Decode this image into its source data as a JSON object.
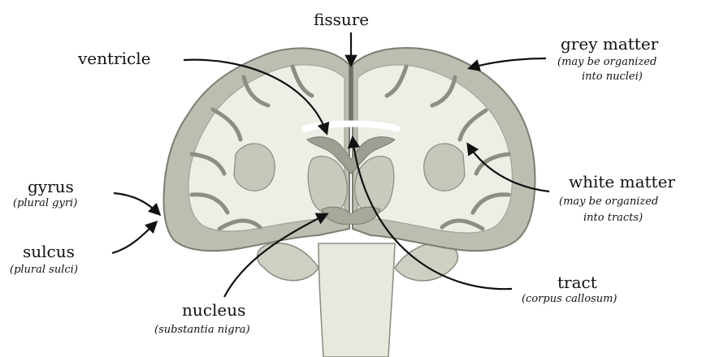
{
  "labels": {
    "fissure": {
      "main": "fissure"
    },
    "ventricle": {
      "main": "ventricle"
    },
    "grey_matter": {
      "main": "grey matter",
      "sub_line1": "(may be organized",
      "sub_line2": "into nuclei)"
    },
    "white_matter": {
      "main": "white matter",
      "sub_line1": "(may be organized",
      "sub_line2": "into tracts)"
    },
    "gyrus": {
      "main": "gyrus",
      "sub": "(plural gyri)"
    },
    "sulcus": {
      "main": "sulcus",
      "sub": "(plural sulci)"
    },
    "tract": {
      "main": "tract",
      "sub": "(corpus callosum)"
    },
    "nucleus": {
      "main": "nucleus",
      "sub": "(substantia nigra)"
    }
  },
  "colors": {
    "grey_matter": "#bdbdb2",
    "white_matter": "#eeeee7",
    "outline": "#7d7d72",
    "arrow": "#111111",
    "text": "#111111"
  }
}
